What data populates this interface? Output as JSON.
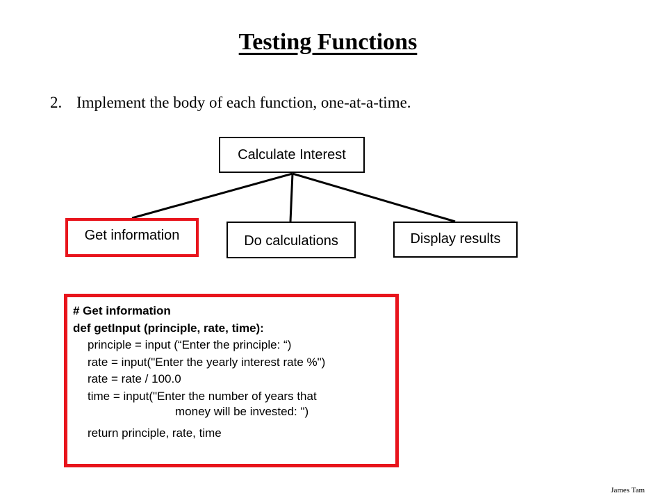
{
  "slide": {
    "title": "Testing Functions",
    "step_number": "2.",
    "step_text": "Implement the body of each function, one-at-a-time.",
    "author": "James Tam"
  },
  "diagram": {
    "root": "Calculate Interest",
    "children": [
      "Get information",
      "Do calculations",
      "Display results"
    ],
    "highlight_color": "#e8141c"
  },
  "code": {
    "lines": [
      "# Get information",
      "def getInput (principle, rate, time):",
      "principle = input (“Enter the principle: “)",
      "rate = input(\"Enter the yearly interest rate %\")",
      "rate = rate / 100.0",
      "time = input(\"Enter the number of years that",
      "money will be invested: \")",
      "return principle, rate, time"
    ]
  }
}
